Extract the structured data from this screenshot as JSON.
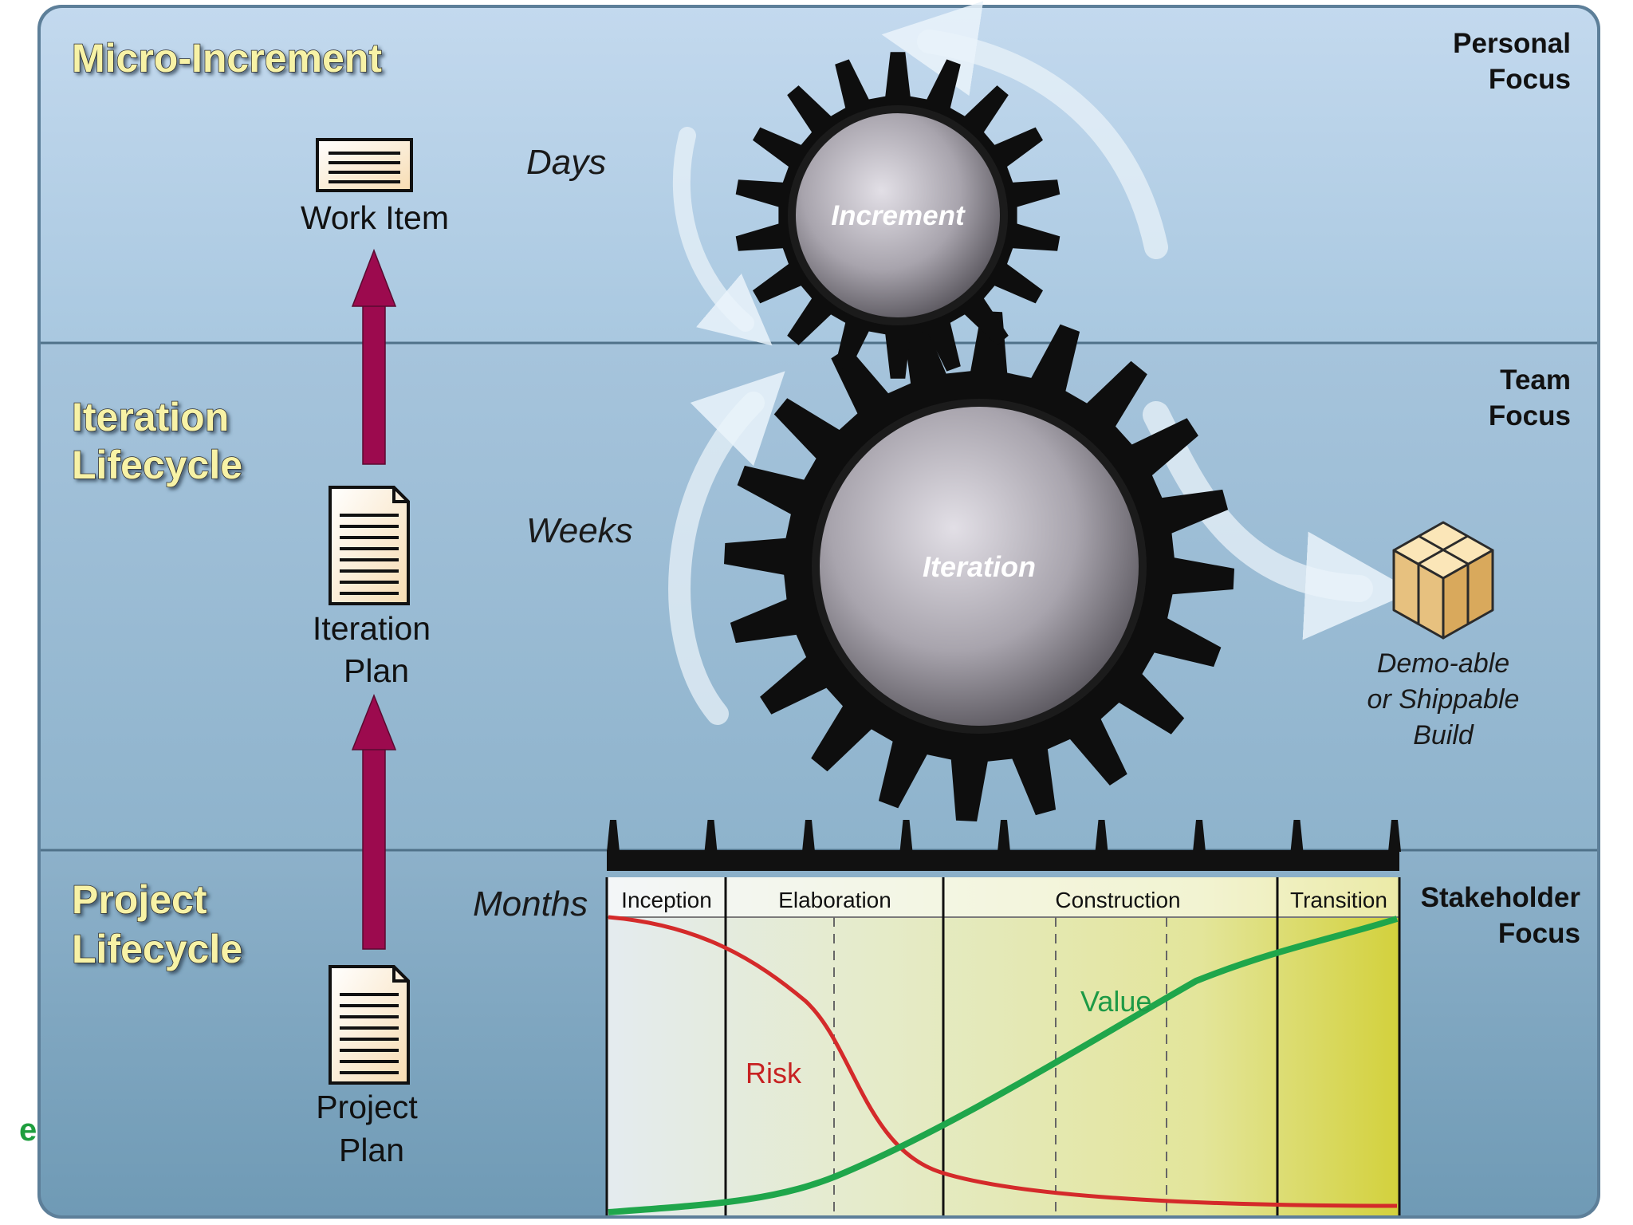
{
  "sections": {
    "micro": {
      "title": "Micro-Increment",
      "focus": [
        "Personal",
        "Focus"
      ]
    },
    "iteration": {
      "title": [
        "Iteration",
        "Lifecycle"
      ],
      "focus": [
        "Team",
        "Focus"
      ]
    },
    "project": {
      "title": [
        "Project",
        "Lifecycle"
      ],
      "focus": [
        "Stakeholder",
        "Focus"
      ]
    }
  },
  "timescales": {
    "days": "Days",
    "weeks": "Weeks",
    "months": "Months"
  },
  "artifacts": {
    "work_item": "Work Item",
    "iteration_plan": [
      "Iteration",
      "Plan"
    ],
    "project_plan": [
      "Project",
      "Plan"
    ]
  },
  "gears": {
    "increment": "Increment",
    "iteration": "Iteration"
  },
  "build": [
    "Demo-able",
    "or Shippable",
    "Build"
  ],
  "phases": [
    "Inception",
    "Elaboration",
    "Construction",
    "Transition"
  ],
  "curves": {
    "risk": "Risk",
    "value": "Value"
  },
  "colors": {
    "band_top": "#bcd5ea",
    "band_mid": "#9ebfd7",
    "band_bottom": "#7ea8c2",
    "title_yellow": "#f7f2a6",
    "arrow": "#9c0a4e",
    "risk": "#d42a2a",
    "value": "#1fa64b"
  },
  "stray_mark": "e"
}
